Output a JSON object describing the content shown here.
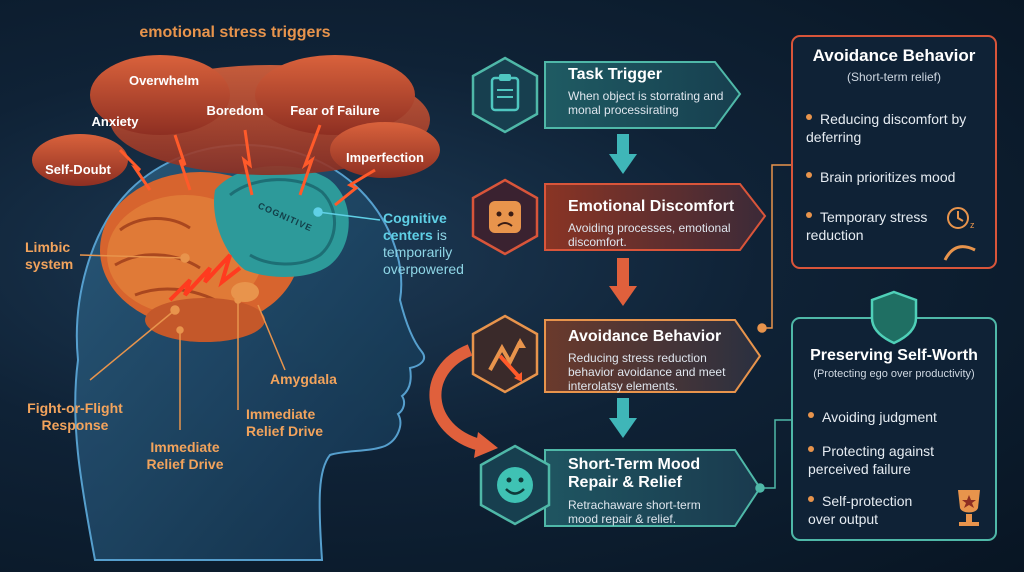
{
  "title": "emotional stress triggers",
  "triggers": [
    "Overwhelm",
    "Anxiety",
    "Boredom",
    "Fear of Failure",
    "Self-Doubt",
    "Imperfection"
  ],
  "brain_labels": {
    "limbic": "Limbic system",
    "cognitive_prefix": "Cognitive centers",
    "cognitive_suffix": "is temporarily overpowered",
    "cognitive_region": "COGNITIVE",
    "amygdala": "Amygdala",
    "fight": "Fight-or-Flight Response",
    "relief1": "Immediate Relief Drive",
    "relief2": "Immediate Relief Drive"
  },
  "steps": [
    {
      "title": "Task Trigger",
      "desc": "When object is storrating and monal processirating",
      "icon": "clipboard-icon"
    },
    {
      "title": "Emotional Discomfort",
      "desc": "Avoiding processes, emotional discomfort.",
      "icon": "worried-face-icon"
    },
    {
      "title": "Avoidance Behavior",
      "desc": "Reducing stress reduction behavior avoidance and meet interolatsy elements.",
      "icon": "diverging-arrows-icon"
    },
    {
      "title": "Short-Term Mood Repair & Relief",
      "desc": "Retrachaware short-term mood repair & relief.",
      "icon": "smiley-face-icon"
    }
  ],
  "avoidance_panel": {
    "title": "Avoidance Behavior",
    "subtitle": "(Short-term relief)",
    "bullets": [
      "Reducing discomfort by deferring",
      "Brain prioritizes mood",
      "Temporary stress reduction"
    ]
  },
  "selfworth_panel": {
    "title": "Preserving Self-Worth",
    "subtitle": "(Protecting ego over productivity)",
    "bullets": [
      "Avoiding judgment",
      "Protecting against perceived failure",
      "Self-protection over output"
    ]
  },
  "colors": {
    "orange": "#e8944c",
    "teal": "#4fb8a8",
    "red": "#d9553a",
    "background": "#0f2236"
  }
}
